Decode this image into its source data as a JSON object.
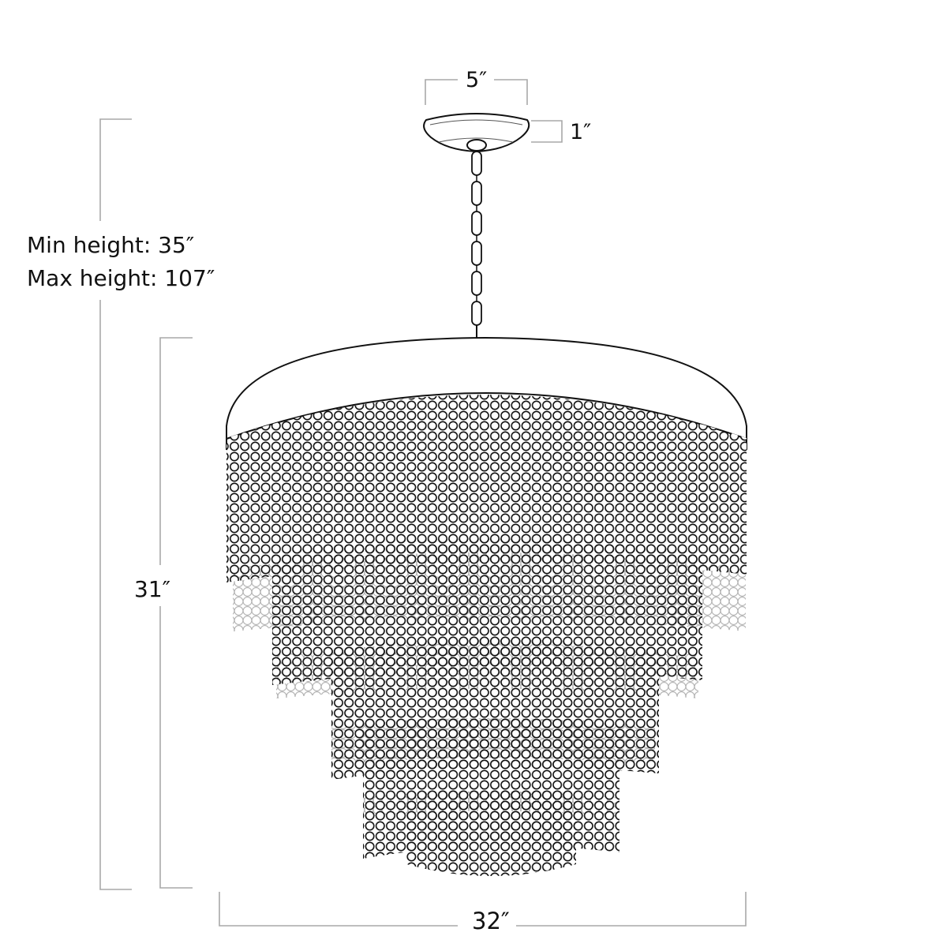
{
  "diagram": {
    "subject": "Beaded tiered chandelier line drawing",
    "dimensions": {
      "canopy_width": "5″",
      "canopy_height": "1″",
      "min_height_label": "Min height: 35″",
      "max_height_label": "Max height: 107″",
      "fixture_height": "31″",
      "fixture_width": "32″"
    },
    "tiers": 5,
    "colors": {
      "line": "#111111",
      "dimension_line": "#a8a8a8",
      "rear_beads": "#b5b5b5",
      "background": "#ffffff"
    }
  }
}
